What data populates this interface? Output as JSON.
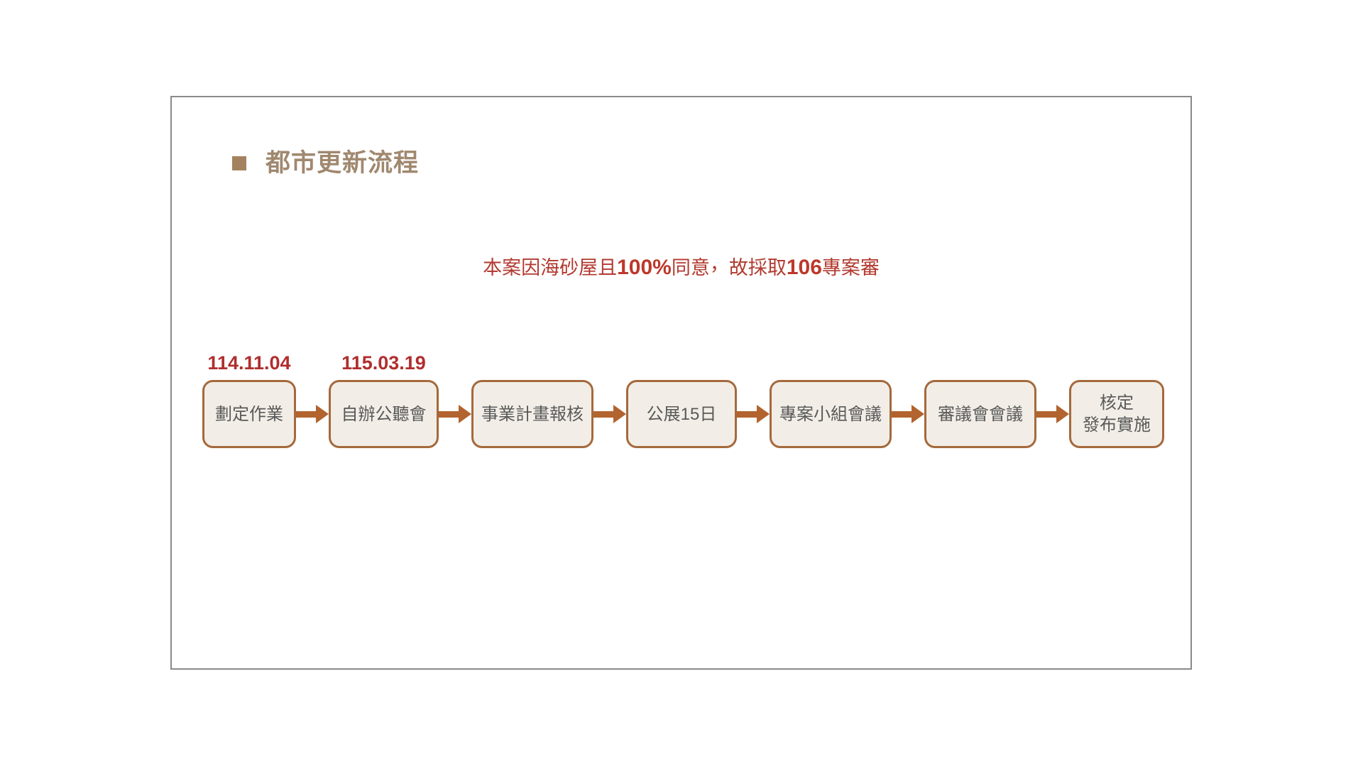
{
  "slide": {
    "title": {
      "text": "都市更新流程"
    },
    "note": {
      "segments": {
        "s1": "本案因海砂屋且",
        "n1": "100%",
        "s2": "同意",
        "comma": "，",
        "s3": "故採取",
        "n2": "106",
        "s4": "專案審"
      }
    },
    "flow": {
      "steps": [
        {
          "date": "114.11.04",
          "lines": [
            "劃定作業"
          ]
        },
        {
          "date": "115.03.19",
          "lines": [
            "自辦公聽會"
          ]
        },
        {
          "lines": [
            "事業計畫報核"
          ]
        },
        {
          "lines": [
            "公展15日"
          ]
        },
        {
          "lines": [
            "專案小組會議"
          ]
        },
        {
          "lines": [
            "審議會會議"
          ]
        },
        {
          "lines": [
            "核定",
            "發布實施"
          ]
        }
      ]
    },
    "colors": {
      "accent_brown": "#a5825f",
      "title_text": "#a0886f",
      "note_red": "#b23a30",
      "note_number_red": "#bd382b",
      "date_red": "#b02e2e",
      "box_border": "#a5693c",
      "box_fill": "#f2eee7",
      "box_text": "#595959",
      "arrow": "#b2632e",
      "slide_border": "#8a8a8a"
    }
  }
}
